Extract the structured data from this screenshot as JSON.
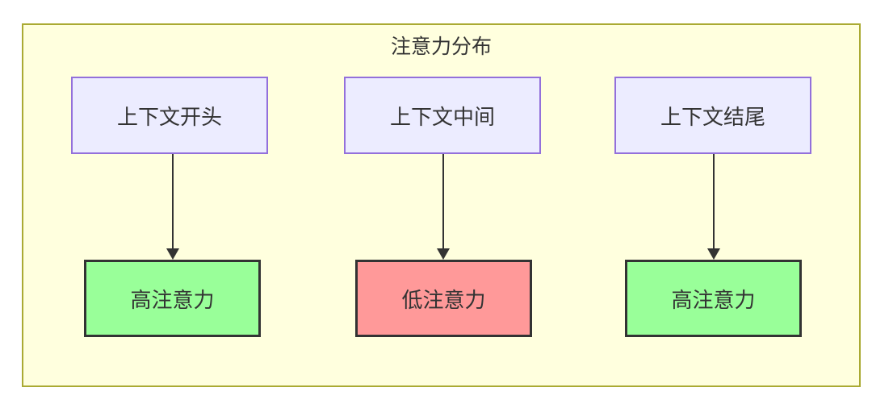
{
  "diagram": {
    "type": "flowchart",
    "title": "注意力分布",
    "colors": {
      "subgraph_fill": "#ffffde",
      "subgraph_stroke": "#aaaa33",
      "node_fill": "#ececff",
      "node_stroke": "#9370db",
      "high_fill": "#99ff99",
      "low_fill": "#ff9999",
      "result_stroke": "#333333",
      "text": "#333333",
      "arrow": "#333333"
    },
    "columns": [
      {
        "source": "上下文开头",
        "target": "高注意力",
        "level": "high"
      },
      {
        "source": "上下文中间",
        "target": "低注意力",
        "level": "low"
      },
      {
        "source": "上下文结尾",
        "target": "高注意力",
        "level": "high"
      }
    ]
  }
}
